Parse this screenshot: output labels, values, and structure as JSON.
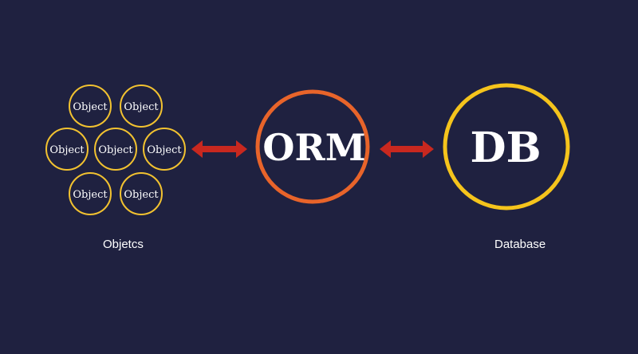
{
  "diagram": {
    "colors": {
      "background": "#1f2140",
      "object_ring": "#f2c230",
      "orm_ring": "#e8642a",
      "db_ring": "#f5c41c",
      "arrow": "#c8281f",
      "text": "#ffffff"
    },
    "objects": {
      "label": "Object",
      "count": 7,
      "caption": "Objetcs"
    },
    "orm": {
      "label": "ORM"
    },
    "db": {
      "label": "DB",
      "caption": "Database"
    }
  }
}
